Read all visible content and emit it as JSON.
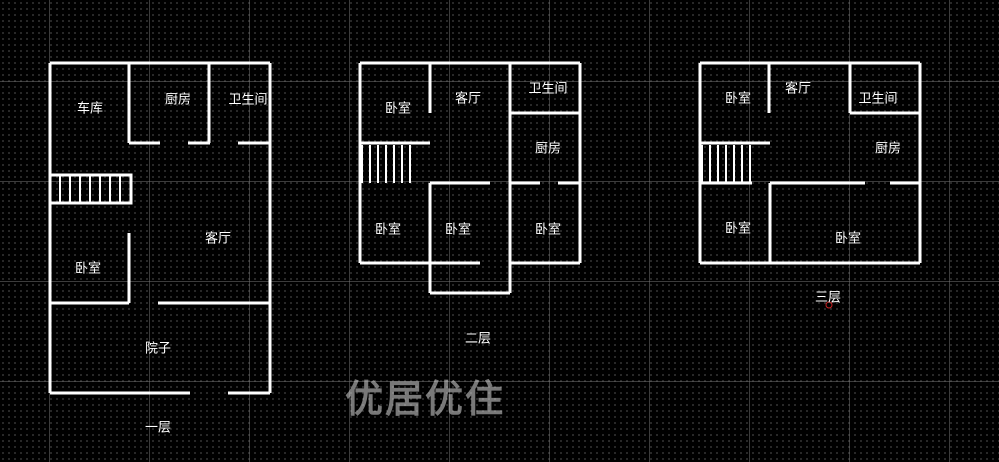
{
  "watermark": "优居优住",
  "floors": [
    {
      "title": "一层",
      "rooms": [
        "车库",
        "厨房",
        "卫生间",
        "客厅",
        "卧室",
        "院子"
      ]
    },
    {
      "title": "二层",
      "rooms": [
        "卧室",
        "客厅",
        "卫生间",
        "厨房",
        "卧室",
        "卧室",
        "卧室"
      ]
    },
    {
      "title": "三层",
      "rooms": [
        "卧室",
        "客厅",
        "卫生间",
        "厨房",
        "卧室",
        "卧室"
      ]
    }
  ],
  "colors": {
    "wall": "#ffffff",
    "background": "#000000",
    "marker": "#cc2222"
  }
}
